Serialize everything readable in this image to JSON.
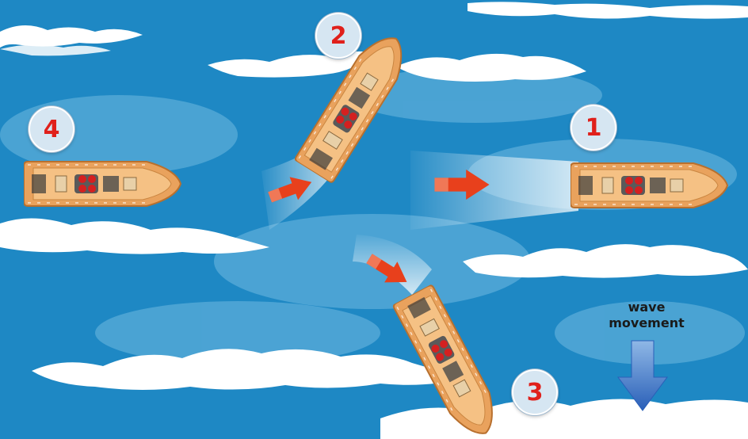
{
  "badges": {
    "b1": "1",
    "b2": "2",
    "b3": "3",
    "b4": "4"
  },
  "wave_label": {
    "line1": "wave",
    "line2": "movement"
  },
  "colors": {
    "sea": "#1e88c4",
    "foam": "#ffffff",
    "boat_hull": "#f0a861",
    "arrow": "#e8401c",
    "wave_arrow": "#3a78c8",
    "badge_text": "#e0201b"
  },
  "icons": {
    "move_arrow": "red-arrow-icon",
    "wave_arrow": "blue-down-arrow-icon",
    "boat": "lifeboat-icon"
  }
}
